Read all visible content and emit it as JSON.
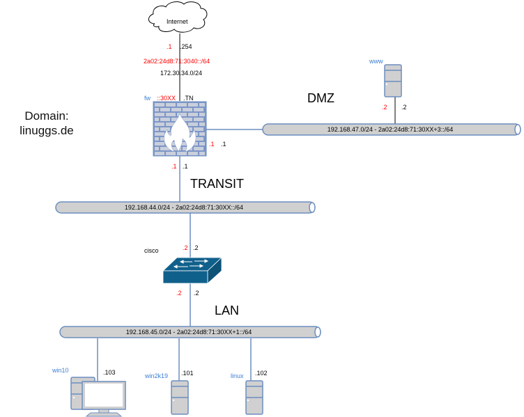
{
  "title": "Network topology",
  "domain_label": {
    "line1": "Domain:",
    "line2": "linuggs.de"
  },
  "colors": {
    "link": "#6c8ebf",
    "device_fill": "#d0d0d0",
    "device_stroke": "#6c8ebf",
    "firewall_fill": "#7d96c8",
    "switch_fill": "#10608c",
    "red_label": "#ff0000",
    "blue_label": "#3a7fd5"
  },
  "internet": {
    "label": "Internet",
    "addr_red": ".1",
    "addr_black": ".254",
    "ipv6_net": "2a02:24d8:71:3040::/64",
    "ipv4_net": "172.30.34.0/24"
  },
  "firewall": {
    "name": "fw",
    "wan_red": "::30XX",
    "wan_black": ".TN",
    "dmz_red": ".1",
    "dmz_black": ".1",
    "transit_red": ".1",
    "transit_black": ".1"
  },
  "zones": {
    "dmz": "DMZ",
    "transit": "TRANSIT",
    "lan": "LAN"
  },
  "buses": {
    "dmz": "192.168.47.0/24 - 2a02:24d8:71:30XX+3::/64",
    "transit": "192.168.44.0/24 - 2a02:24d8:71:30XX::/64",
    "lan": "192.168.45.0/24 - 2a02:24d8:71:30XX+1::/64"
  },
  "www": {
    "name": "www",
    "addr_red": ".2",
    "addr_black": ".2"
  },
  "switch": {
    "name": "cisco",
    "up_red": ".2",
    "up_black": ".2",
    "down_red": ".2",
    "down_black": ".2"
  },
  "hosts": [
    {
      "name": "win10",
      "addr": ".103"
    },
    {
      "name": "win2k19",
      "addr": ".101"
    },
    {
      "name": "linux",
      "addr": ".102"
    }
  ]
}
